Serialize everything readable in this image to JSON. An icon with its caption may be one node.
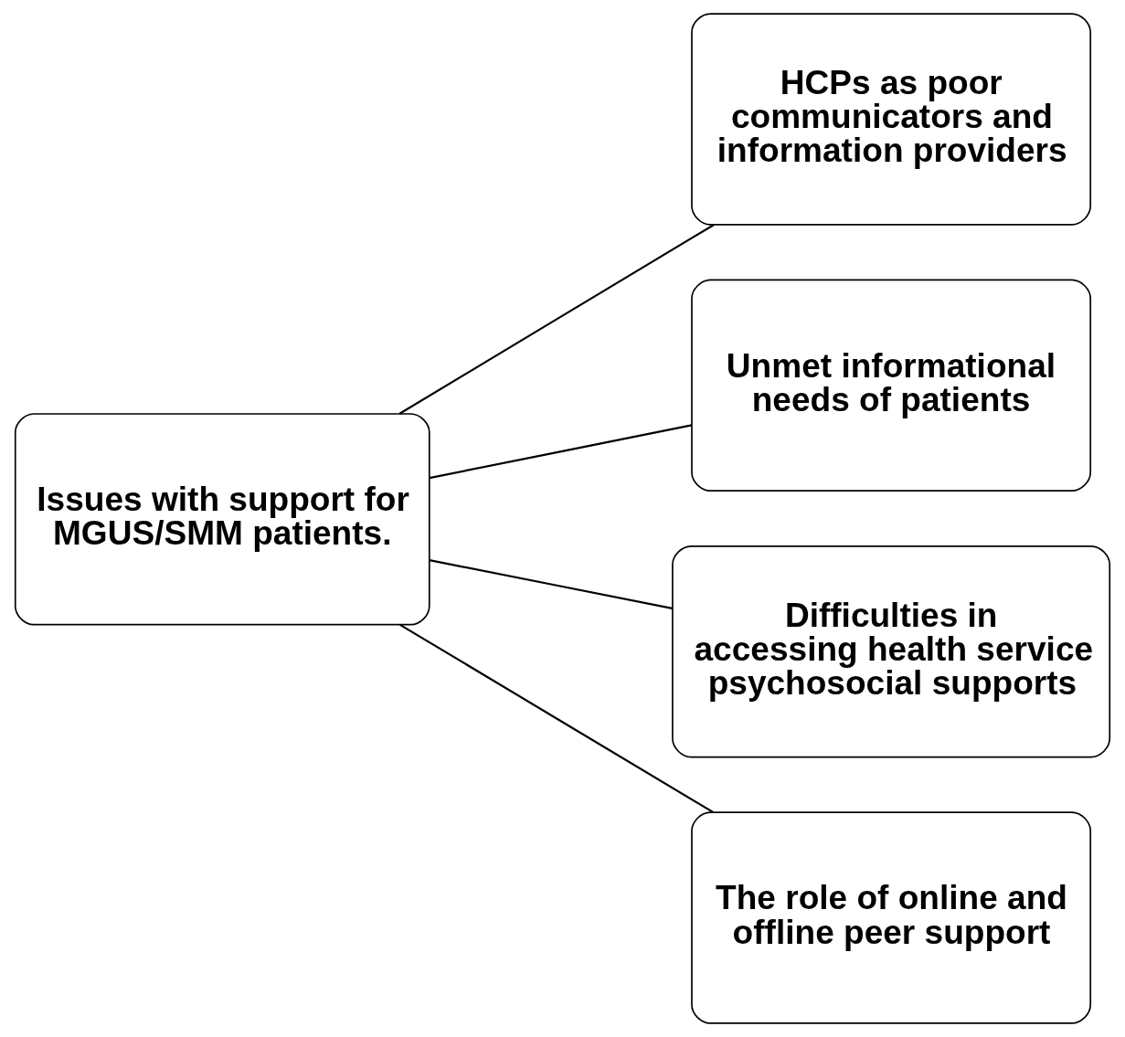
{
  "diagram": {
    "nodes": [
      {
        "text": [
          "Issues with support for MGUS/SMM patients."
        ]
      },
      {
        "text": [
          "HCPs as poor communicators and information providers"
        ]
      },
      {
        "text": [
          "Unmet informational needs of patients"
        ]
      },
      {
        "text": [
          "Difficulties in accessing health service psychosocial supports"
        ]
      },
      {
        "text": [
          "The role of online and offline peer support"
        ]
      }
    ],
    "edges": [
      {
        "from": 0,
        "to": 1,
        "arrow": "none"
      },
      {
        "from": 0,
        "to": 2,
        "arrow": "none"
      },
      {
        "from": 0,
        "to": 3,
        "arrow": "none"
      },
      {
        "from": 0,
        "to": 4,
        "arrow": "none"
      }
    ]
  }
}
